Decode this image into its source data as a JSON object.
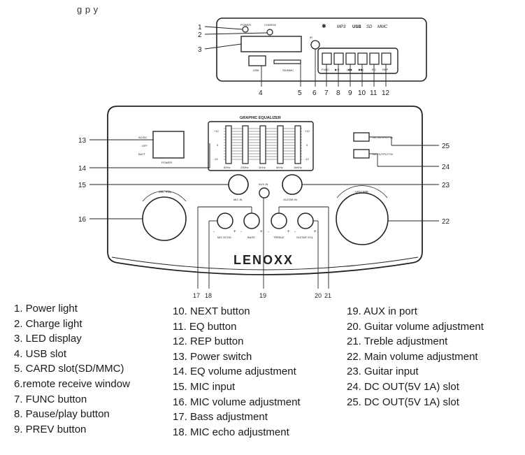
{
  "header_fragment": "g    p  y",
  "top_panel": {
    "power_label": "POWER",
    "charge_label": "CHARGE",
    "usb_label": "USB",
    "card_label": "SD/MMC",
    "ir_label": "IR",
    "buttons": [
      "FUNC",
      "▶/II",
      "|◀◀",
      "▶▶|",
      "EQ",
      "REP"
    ],
    "logos": [
      "MP3",
      "USB",
      "SD",
      "MMC"
    ]
  },
  "lower_panel": {
    "eq_title": "GRAPHIC EQUALIZER",
    "eq_scale": [
      "+12",
      "0",
      "-12"
    ],
    "eq_bands": [
      "60Hz",
      "230Hz",
      "1KHz",
      "4KHz",
      "16KHz"
    ],
    "switch_labels": [
      "AC/DC",
      "OFF",
      "BATT"
    ],
    "switch_caption": "POWER",
    "mic_in_label": "MIC IN",
    "guitar_in_label": "GUITAR IN",
    "aux_in_label": "AUX IN",
    "mic_vol_label": "MIC VOL",
    "volume_label": "VOLUME",
    "small_knobs": [
      "MIC ECHO",
      "BASS",
      "TREBLE",
      "GUITAR VOL"
    ],
    "dc_out_labels": [
      "DC OUTPUT 5V",
      "DC OUTPUT 5V"
    ],
    "brand": "LENOXX"
  },
  "callouts": {
    "top": [
      "1",
      "2",
      "3",
      "4",
      "5",
      "6",
      "7",
      "8",
      "9",
      "10",
      "11",
      "12"
    ],
    "side_left": [
      "13",
      "14",
      "15",
      "16"
    ],
    "side_right": [
      "25",
      "24",
      "23",
      "22"
    ],
    "bottom": [
      "17",
      "18",
      "19",
      "20",
      "21"
    ]
  },
  "legend": {
    "col1": [
      "1. Power light",
      "2. Charge light",
      "3. LED display",
      "4. USB slot",
      "5. CARD slot(SD/MMC)",
      "6.remote receive window",
      "7. FUNC button",
      "8. Pause/play button",
      "9. PREV button"
    ],
    "col2": [
      "10. NEXT button",
      "11. EQ button",
      "12. REP button",
      "13. Power switch",
      "14. EQ volume adjustment",
      "15. MIC input",
      "16. MIC volume adjustment",
      "17. Bass adjustment",
      "18. MIC echo adjustment"
    ],
    "col3": [
      "19. AUX in port",
      "20. Guitar volume adjustment",
      "21. Treble adjustment",
      "22. Main volume adjustment",
      "23. Guitar input",
      "24. DC OUT(5V 1A) slot",
      "25. DC OUT(5V 1A) slot"
    ]
  }
}
